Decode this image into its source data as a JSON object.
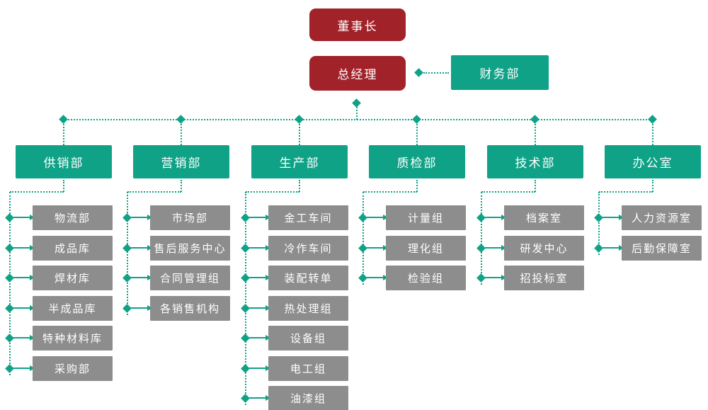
{
  "chart": {
    "type": "org-chart",
    "chairman": {
      "label": "董事长"
    },
    "general_manager": {
      "label": "总经理"
    },
    "finance": {
      "label": "财务部"
    },
    "departments": [
      {
        "label": "供销部",
        "children": [
          "物流部",
          "成品库",
          "焊材库",
          "半成品库",
          "特种材料库",
          "采购部"
        ]
      },
      {
        "label": "营销部",
        "children": [
          "市场部",
          "售后服务中心",
          "合同管理组",
          "各销售机构"
        ]
      },
      {
        "label": "生产部",
        "children": [
          "金工车间",
          "冷作车间",
          "装配转单",
          "热处理组",
          "设备组",
          "电工组",
          "油漆组"
        ]
      },
      {
        "label": "质检部",
        "children": [
          "计量组",
          "理化组",
          "检验组"
        ]
      },
      {
        "label": "技术部",
        "children": [
          "档案室",
          "研发中心",
          "招投标室"
        ]
      },
      {
        "label": "办公室",
        "children": [
          "人力资源室",
          "后勤保障室"
        ]
      }
    ],
    "colors": {
      "executive": "#a2222a",
      "department": "#0fa287",
      "sub_department": "#8d8d8d",
      "connector": "#0fa287",
      "text": "#ffffff",
      "background": "#ffffff"
    }
  }
}
